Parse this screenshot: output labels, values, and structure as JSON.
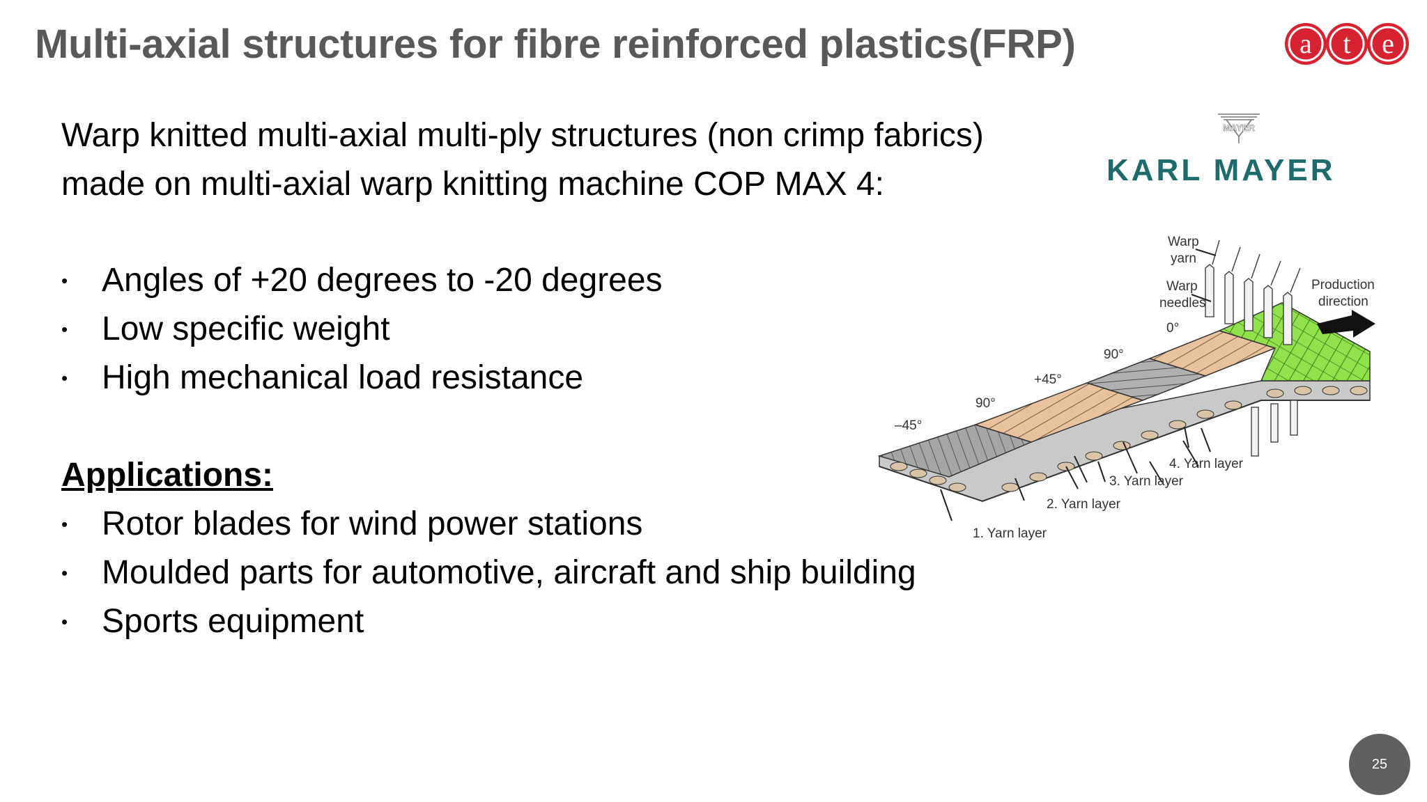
{
  "slide": {
    "title": "Multi-axial structures for fibre reinforced plastics(FRP)",
    "intro_line1": "Warp knitted multi-axial multi-ply structures (non crimp fabrics)",
    "intro_line2": "made on multi-axial warp knitting machine COP MAX 4:",
    "properties": [
      "Angles of +20 degrees to -20 degrees",
      "Low specific weight",
      "High mechanical load resistance"
    ],
    "applications_heading": "Applications:",
    "applications": [
      "Rotor blades for wind power stations",
      "Moulded parts for automotive, aircraft and ship building",
      "Sports equipment"
    ],
    "page_number": "25"
  },
  "logos": {
    "ate": {
      "letters": [
        "a",
        "t",
        "e"
      ],
      "color": "#d7232f"
    },
    "karl_mayer": {
      "name": "KARL MAYER",
      "mark_text": "MAYER",
      "color": "#1d6b6b"
    }
  },
  "diagram": {
    "labels": {
      "warp_yarn_1": "Warp",
      "warp_yarn_2": "yarn",
      "warp_needles_1": "Warp",
      "warp_needles_2": "needles",
      "production_1": "Production",
      "production_2": "direction",
      "angle_0": "0°",
      "angle_90_top": "90°",
      "angle_45_pos": "+45°",
      "angle_90": "90°",
      "angle_45_neg": "–45°",
      "layer_4": "4. Yarn layer",
      "layer_3": "3. Yarn layer",
      "layer_2": "2. Yarn layer",
      "layer_1": "1. Yarn layer"
    },
    "colors": {
      "grey_layer": "#9a9a9a",
      "tan_layer": "#e2b98f",
      "green_layer": "#8ee04a"
    }
  }
}
